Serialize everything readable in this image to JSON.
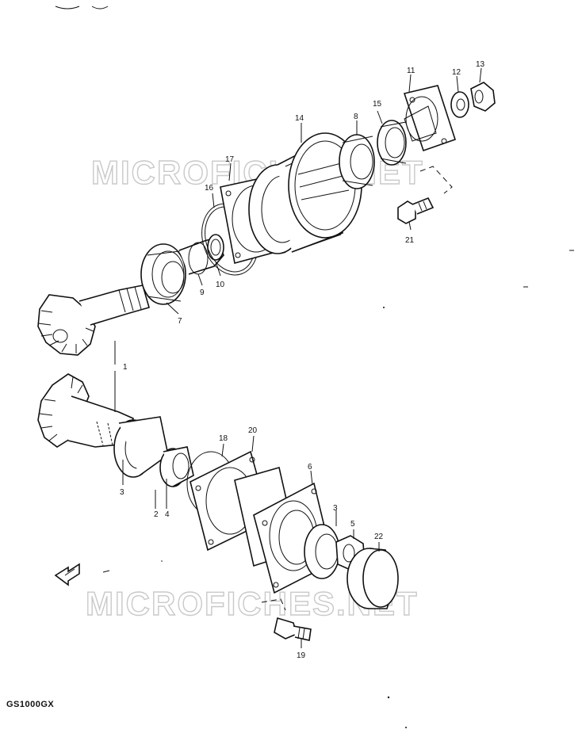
{
  "watermark": "MICROFICHES.NET",
  "model_code": "GS1000GX",
  "callouts": [
    {
      "id": "c1",
      "label": "1"
    },
    {
      "id": "c2",
      "label": "2"
    },
    {
      "id": "c3a",
      "label": "3"
    },
    {
      "id": "c3b",
      "label": "3"
    },
    {
      "id": "c4",
      "label": "4"
    },
    {
      "id": "c5",
      "label": "5"
    },
    {
      "id": "c6",
      "label": "6"
    },
    {
      "id": "c7",
      "label": "7"
    },
    {
      "id": "c8",
      "label": "8"
    },
    {
      "id": "c9",
      "label": "9"
    },
    {
      "id": "c10",
      "label": "10"
    },
    {
      "id": "c11",
      "label": "11"
    },
    {
      "id": "c12",
      "label": "12"
    },
    {
      "id": "c13",
      "label": "13"
    },
    {
      "id": "c14",
      "label": "14"
    },
    {
      "id": "c15",
      "label": "15"
    },
    {
      "id": "c16",
      "label": "16"
    },
    {
      "id": "c17",
      "label": "17"
    },
    {
      "id": "c18",
      "label": "18"
    },
    {
      "id": "c19",
      "label": "19"
    },
    {
      "id": "c20",
      "label": "20"
    },
    {
      "id": "c21",
      "label": "21"
    },
    {
      "id": "c22",
      "label": "22"
    }
  ]
}
